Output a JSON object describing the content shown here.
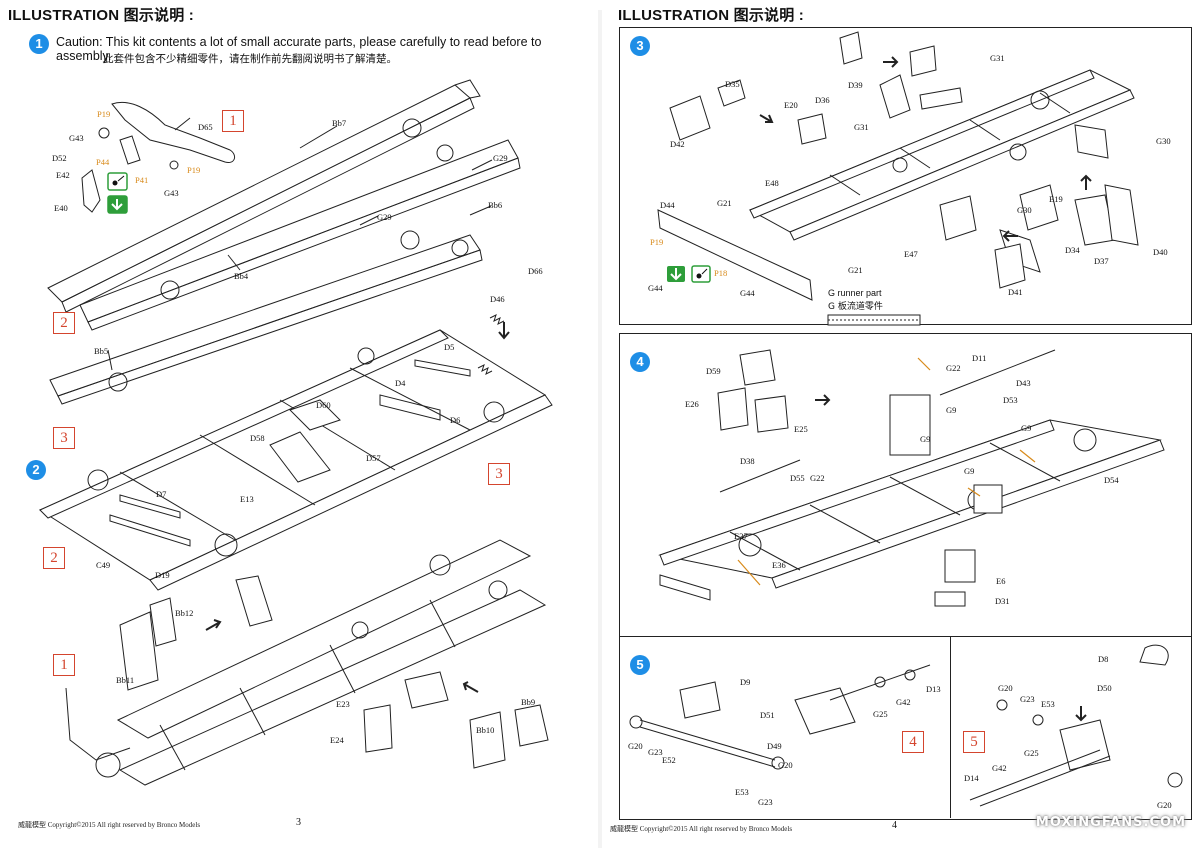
{
  "left": {
    "heading": "ILLUSTRATION 图示说明 :",
    "step1": {
      "number": "1",
      "caution_en": "Caution: This kit contents a lot of small accurate parts, please carefully to read before to assembly.",
      "caution_cn": "此套件包含不少精细零件，请在制作前先翻阅说明书了解清楚。"
    },
    "step2": {
      "number": "2"
    },
    "labels": {
      "p19a": "P19",
      "d65": "D65",
      "bb7": "Bb7",
      "g43a": "G43",
      "d52": "D52",
      "p44": "P44",
      "e42": "E42",
      "p41": "P41",
      "p19b": "P19",
      "g43b": "G43",
      "e40": "E40",
      "g29a": "G29",
      "bb6": "Bb6",
      "g29b": "G29",
      "bb4": "Bb4",
      "d66": "D66",
      "d46": "D46",
      "bb5": "Bb5",
      "d5": "D5",
      "d4": "D4",
      "d6": "D6",
      "d60": "D60",
      "d58": "D58",
      "d57": "D57",
      "e13": "E13",
      "d7": "D7",
      "c49": "C49",
      "d19": "D19",
      "bb12": "Bb12",
      "bb11": "Bb11",
      "bb9": "Bb9",
      "bb10": "Bb10",
      "e23": "E23",
      "e24": "E24"
    },
    "callouts": {
      "c1a": "1",
      "c2a": "2",
      "c3a": "3",
      "c3b": "3",
      "c2b": "2",
      "c1b": "1"
    },
    "footer": "威龍模型 Copyright©2015 All right reserved by Bronco Models",
    "page_number": "3"
  },
  "right": {
    "heading": "ILLUSTRATION 图示说明 :",
    "step3": {
      "number": "3"
    },
    "step4": {
      "number": "4"
    },
    "step5": {
      "number": "5"
    },
    "labels": {
      "d39": "D39",
      "g31a": "G31",
      "d35": "D35",
      "e20": "E20",
      "d36": "D36",
      "g31b": "G31",
      "g30a": "G30",
      "d42": "D42",
      "e48": "E48",
      "g21a": "G21",
      "e19": "E19",
      "g30b": "G30",
      "d44": "D44",
      "p19": "P19",
      "e47": "E47",
      "d34": "D34",
      "d40": "D40",
      "d37": "D37",
      "g21b": "G21",
      "g44a": "G44",
      "p18": "P18",
      "g44b": "G44",
      "d41": "D41",
      "d59": "D59",
      "d11": "D11",
      "g22a": "G22",
      "d43": "D43",
      "e26": "E26",
      "e25": "E25",
      "d53": "D53",
      "g9a": "G9",
      "g9b": "G9",
      "g9c": "G9",
      "g9d": "G9",
      "d54": "D54",
      "d38": "D38",
      "d55": "D55",
      "g22b": "G22",
      "e37": "E37",
      "e36": "E36",
      "e6": "E6",
      "d31": "D31",
      "d9": "D9",
      "d13": "D13",
      "d51": "D51",
      "g25a": "G25",
      "g42a": "G42",
      "g20a": "G20",
      "g23a": "G23",
      "d49": "D49",
      "e52": "E52",
      "g20b": "G20",
      "e53a": "E53",
      "g23b": "G23",
      "d8": "D8",
      "g20c": "G20",
      "d50": "D50",
      "g23c": "G23",
      "e53b": "E53",
      "g25b": "G25",
      "d14": "D14",
      "g42b": "G42",
      "g20d": "G20"
    },
    "runner_note_en": "G runner part",
    "runner_note_cn": "G 板流道零件",
    "callouts": {
      "c4": "4",
      "c5": "5"
    },
    "footer": "威龍模型 Copyright©2015 All right reserved by Bronco Models",
    "page_number": "4",
    "watermark": "MOXINGFANS.COM"
  },
  "colors": {
    "step_blue": "#1e8ee6",
    "callout_red": "#d4452e",
    "part_orange": "#d88a1a",
    "icon_green": "#2e9e3a"
  }
}
